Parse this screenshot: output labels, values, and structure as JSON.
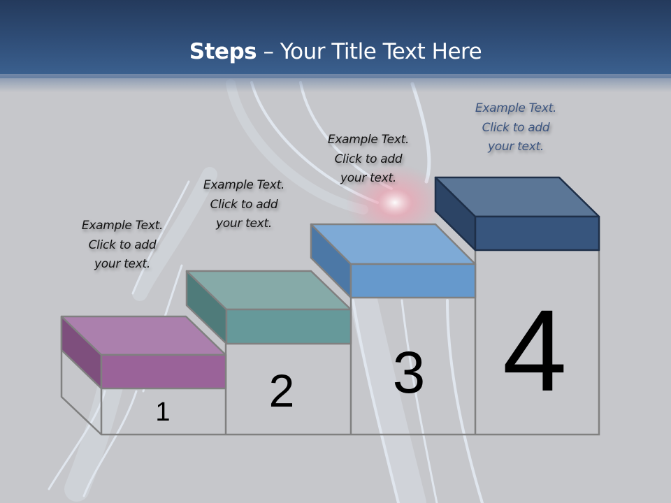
{
  "slide": {
    "title_bold": "Steps",
    "title_rest": " – Your Title Text Here",
    "colors": {
      "header_top": "#243a5c",
      "header_bottom": "#3c6291",
      "background": "#c6c7cb",
      "outline": "#808080"
    }
  },
  "steps": [
    {
      "number": "1",
      "caption": [
        "Example Text.",
        "Click  to add",
        "your text."
      ],
      "caption_color": "#111111",
      "colors": {
        "top": "#ab80ad",
        "front": "#9a6399",
        "side": "#7e4f7d"
      }
    },
    {
      "number": "2",
      "caption": [
        "Example Text.",
        "Click  to add",
        "your text."
      ],
      "caption_color": "#111111",
      "colors": {
        "top": "#86aaa8",
        "front": "#66999a",
        "side": "#4f7b7a"
      }
    },
    {
      "number": "3",
      "caption": [
        "Example Text.",
        "Click  to add",
        "your text."
      ],
      "caption_color": "#111111",
      "colors": {
        "top": "#7eaad6",
        "front": "#6699cc",
        "side": "#4c78a6"
      }
    },
    {
      "number": "4",
      "caption": [
        "Example Text.",
        "Click  to add",
        "your text."
      ],
      "caption_color": "#3c5580",
      "colors": {
        "top": "#5b7696",
        "front": "#37557d",
        "side": "#2c4465"
      }
    }
  ]
}
